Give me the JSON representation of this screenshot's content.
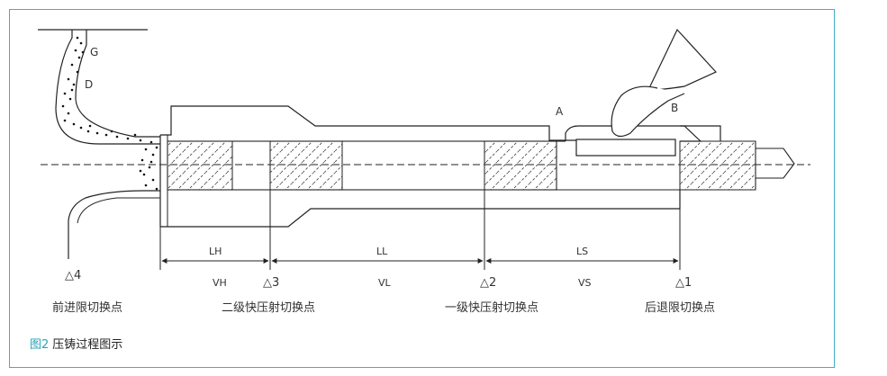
{
  "figure": {
    "caption_num": "图2",
    "caption_text": "压铸过程图示",
    "accent": "#2aa2b5",
    "frame_color": "#3fb0bf"
  },
  "labels": {
    "G": "G",
    "D": "D",
    "A": "A",
    "B": "B"
  },
  "segments": {
    "L_H": "LH",
    "L_L": "LL",
    "L_S": "LS",
    "V_H": "VH",
    "V_L": "VL",
    "V_S": "VS"
  },
  "points": [
    {
      "mark": "△4",
      "name": "前进限切换点"
    },
    {
      "mark": "△3",
      "name": "二级快压射切换点"
    },
    {
      "mark": "△2",
      "name": "一级快压射切换点"
    },
    {
      "mark": "△1",
      "name": "后退限切换点"
    }
  ]
}
